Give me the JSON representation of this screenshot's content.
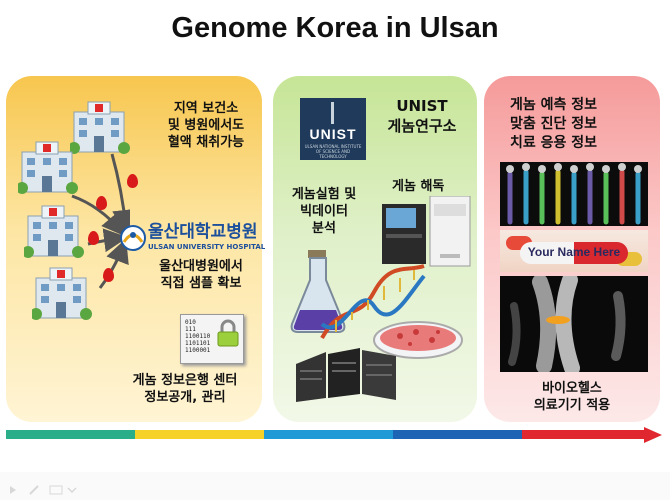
{
  "title": "Genome Korea in Ulsan",
  "panel1": {
    "text1": [
      "지역 보건소",
      "및 병원에서도",
      "혈액 채취가능"
    ],
    "hospital_kr": "울산대학교병원",
    "hospital_en": "ULSAN UNIVERSITY HOSPITAL",
    "text2": [
      "울산대병원에서",
      "직접 샘플 확보"
    ],
    "binary": [
      "010",
      "111",
      "1100110",
      "1101101",
      "1100001"
    ],
    "text3": [
      "게놈 정보은행 센터",
      "정보공개, 관리"
    ]
  },
  "panel2": {
    "heading": [
      "UNIST",
      "게놈연구소"
    ],
    "logo_text": "UNIST",
    "logo_sub": "ULSAN NATIONAL INSTITUTE OF SCIENCE AND TECHNOLOGY",
    "text1": [
      "게놈실험 및",
      "빅데이터",
      "분석"
    ],
    "text2": "게놈 해독"
  },
  "panel3": {
    "text1": [
      "게놈 예측 정보",
      "맞춤 진단 정보",
      "치료 응용 정보"
    ],
    "pill_text": "Your Name Here",
    "text2": [
      "바이오헬스",
      "의료기기 적용"
    ]
  },
  "colors": {
    "panel1": "#f7c64e",
    "panel2": "#c6e596",
    "panel3": "#f59a9a",
    "drop": "#d91a1a",
    "timeline": [
      "#2aae8a",
      "#f6d128",
      "#1f9ad6",
      "#1e64b4",
      "#e0262e"
    ]
  }
}
